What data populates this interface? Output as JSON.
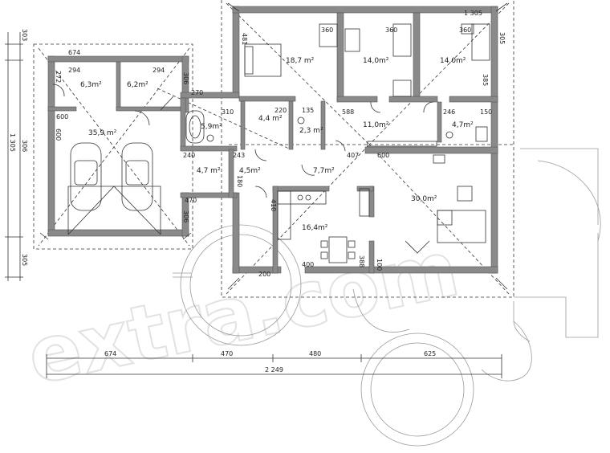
{
  "watermark": "extra.com",
  "rooms": {
    "garage": "35,9 m²",
    "storage_left": "6,3m²",
    "storage_right": "6,2m²",
    "bath": "5,9m²",
    "corridor": "4,4 m²",
    "wc": "2,3 m²",
    "hall_lower": "4,7 m²",
    "entry": "4,5m²",
    "vestibule": "7,7m²",
    "bedroom_main": "18,7 m²",
    "bedroom_mid": "14,0m²",
    "bedroom_right": "14,0m²",
    "hallway": "11,0m²",
    "bathroom_right": "4,7m²",
    "living": "30,0m²",
    "kitchen": "16,4m²"
  },
  "dims": {
    "d1305": "1 305",
    "d481": "481",
    "d360a": "360",
    "d360b": "360",
    "d360c": "360",
    "d305r": "305",
    "d385": "385",
    "d674t": "674",
    "d294a": "294",
    "d294b": "294",
    "d272": "272",
    "d306a": "306",
    "d270": "270",
    "d600a": "600",
    "d600b": "600",
    "d310": "310",
    "d220": "220",
    "d135": "135",
    "d588": "588",
    "d246": "246",
    "d150": "150",
    "d240": "240",
    "d243": "243",
    "d470": "470",
    "d306b": "306",
    "d180": "180",
    "d407": "407",
    "d410": "410",
    "d200": "200",
    "d400": "400",
    "d388": "388",
    "d100": "100",
    "left_303": "303",
    "left_306": "306",
    "left_1305": "1 305",
    "left_305": "305",
    "b674": "674",
    "b470": "470",
    "b480": "480",
    "b625": "625",
    "b2249": "2 249"
  }
}
